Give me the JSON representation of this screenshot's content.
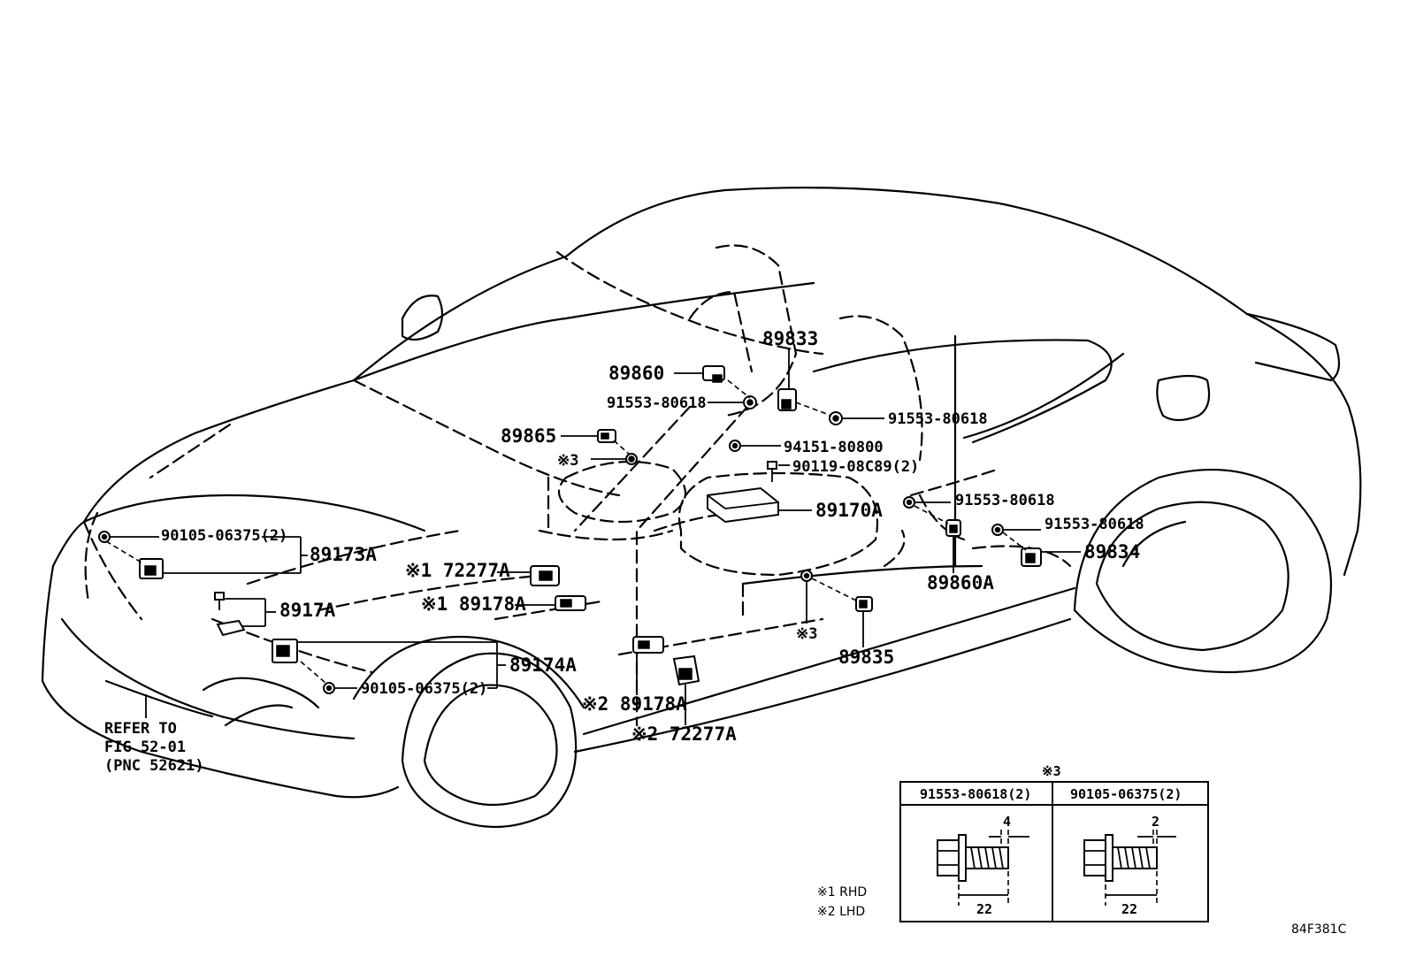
{
  "callouts": {
    "p89833": "89833",
    "p89860": "89860",
    "p91553_a": "91553-80618",
    "p91553_b": "91553-80618",
    "p91553_c": "91553-80618",
    "p91553_d": "91553-80618",
    "p89865": "89865",
    "mark3_a": "※3",
    "p94151": "94151-80800",
    "p90119": "90119-08C89(2)",
    "p89170A": "89170A",
    "p90105_a": "90105-06375(2)",
    "p89173A": "89173A",
    "p72277A_1": "※1 72277A",
    "p89834": "89834",
    "p89860A": "89860A",
    "p8917A": "8917A",
    "p89178A_1": "※1 89178A",
    "mark3_b": "※3",
    "p89835": "89835",
    "p89174A": "89174A",
    "p90105_b": "90105-06375(2)",
    "p89178A_2": "※2 89178A",
    "p72277A_2": "※2 72277A",
    "refer_line1": "REFER TO",
    "refer_line2": "FIG 52-01",
    "refer_line3": "(PNC 52621)"
  },
  "detail_table": {
    "title": "※3",
    "col1_header": "91553-80618(2)",
    "col2_header": "90105-06375(2)",
    "col1_dim_top": "4",
    "col1_dim_bottom": "22",
    "col2_dim_top": "2",
    "col2_dim_bottom": "22"
  },
  "legend": {
    "rhd": "※1 RHD",
    "lhd": "※2 LHD"
  },
  "figure_code": "84F381C"
}
